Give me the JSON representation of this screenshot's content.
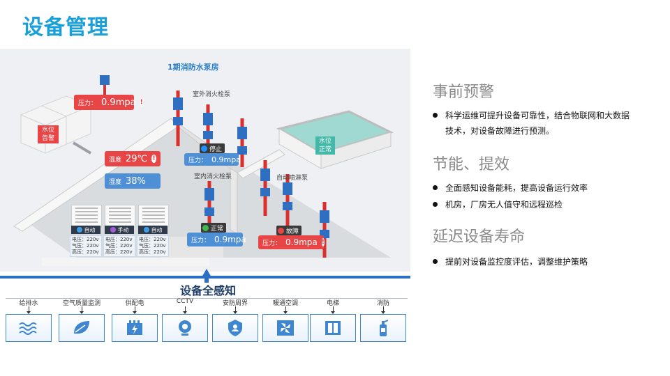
{
  "page": {
    "title": "设备管理"
  },
  "scene": {
    "title": "1期消防水泵房",
    "labels": {
      "outdoor_hydrant": "室外消火栓泵",
      "indoor_hydrant": "室内消火栓泵",
      "sprinkler": "自动喷淋泵"
    },
    "tank_left": {
      "line1": "水位",
      "line2": "告警"
    },
    "tank_right": {
      "line1": "水位",
      "line2": "正常"
    },
    "pressure_top": {
      "label": "压力：",
      "value": "0.9mpa"
    },
    "temperature": {
      "label": "温度",
      "value": "29℃"
    },
    "humidity": {
      "label": "湿度",
      "value": "38%"
    },
    "pump_stop": {
      "status": "停止",
      "label": "压力：",
      "value": "0.9mpa"
    },
    "pump_normal": {
      "status": "正常",
      "label": "压力：",
      "value": "0.9mpa"
    },
    "pump_fault": {
      "status": "故障",
      "label": "压力：",
      "value": "0.9mpa"
    },
    "cabinets": [
      {
        "mode": "自动",
        "l1": "电压：220v",
        "l2": "气压：220v",
        "l3": "高压：220v"
      },
      {
        "mode": "手动",
        "l1": "电压：220v",
        "l2": "气压：220v",
        "l3": "高压：220v"
      },
      {
        "mode": "自动",
        "l1": "电压：220v",
        "l2": "气压：220v",
        "l3": "高压：220v"
      }
    ],
    "colors": {
      "alarm": "#e84646",
      "info": "#4f8fd6",
      "ok": "#3fb950",
      "pipe": "#d9302f"
    }
  },
  "sensing": {
    "label": "设备全感知"
  },
  "subsystems": [
    {
      "name": "给排水",
      "icon": "water-icon"
    },
    {
      "name": "空气质量监测",
      "icon": "leaf-icon"
    },
    {
      "name": "供配电",
      "icon": "power-icon"
    },
    {
      "name": "CCTV",
      "icon": "camera-icon"
    },
    {
      "name": "安防周界",
      "icon": "shield-icon"
    },
    {
      "name": "暖通空调",
      "icon": "fan-icon"
    },
    {
      "name": "电梯",
      "icon": "elevator-icon"
    },
    {
      "name": "消防",
      "icon": "extinguisher-icon"
    }
  ],
  "panel": {
    "sections": [
      {
        "heading": "事前预警",
        "bullets": [
          "科学运维可提升设备可靠性，结合物联网和大数据技术，对设备故障进行预测。"
        ]
      },
      {
        "heading": "节能、提效",
        "bullets": [
          "全面感知设备能耗，提高设备运行效率",
          "机房，厂房无人值守和远程巡检"
        ]
      },
      {
        "heading": "延迟设备寿命",
        "bullets": [
          "提前对设备监控度评估，调整维护策略"
        ]
      }
    ]
  }
}
